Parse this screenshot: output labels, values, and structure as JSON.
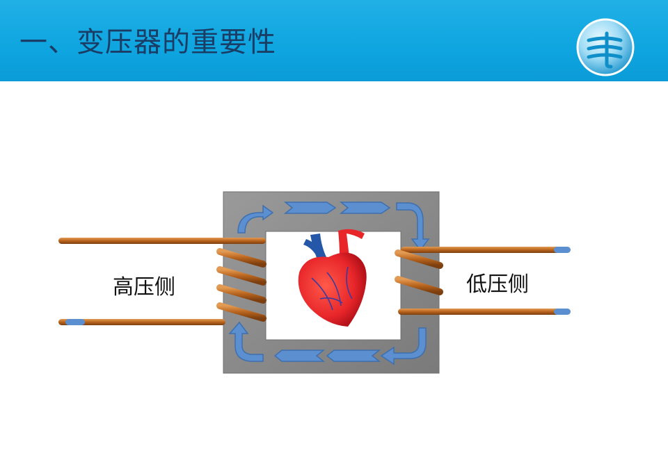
{
  "header": {
    "title": "一、变压器的重要性",
    "bg_color": "#0ea5e0",
    "title_color": "#1a3d66"
  },
  "logo": {
    "icon": "power-grid-logo-icon"
  },
  "diagram": {
    "high_voltage_label": "高压侧",
    "low_voltage_label": "低压侧",
    "core_color": "#8a8a8a",
    "coil_color": "#b8641e",
    "flux_arrow_color": "#5b8fd0",
    "heart_color": "#e8262a"
  }
}
